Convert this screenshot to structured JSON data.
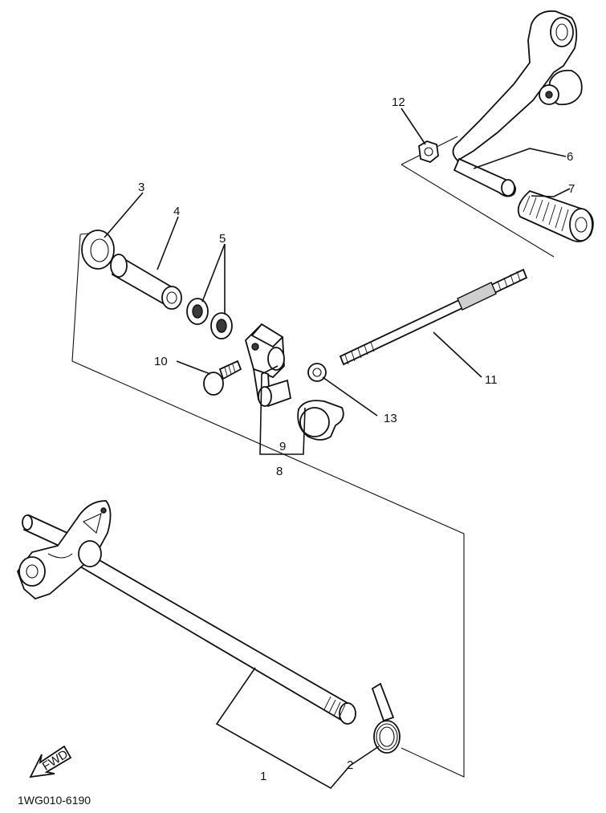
{
  "callouts": [
    "1",
    "2",
    "3",
    "4",
    "5",
    "6",
    "7",
    "8",
    "9",
    "10",
    "11",
    "12",
    "13"
  ],
  "fwd_label": "FWD",
  "drawing_code": "1WG010-6190"
}
